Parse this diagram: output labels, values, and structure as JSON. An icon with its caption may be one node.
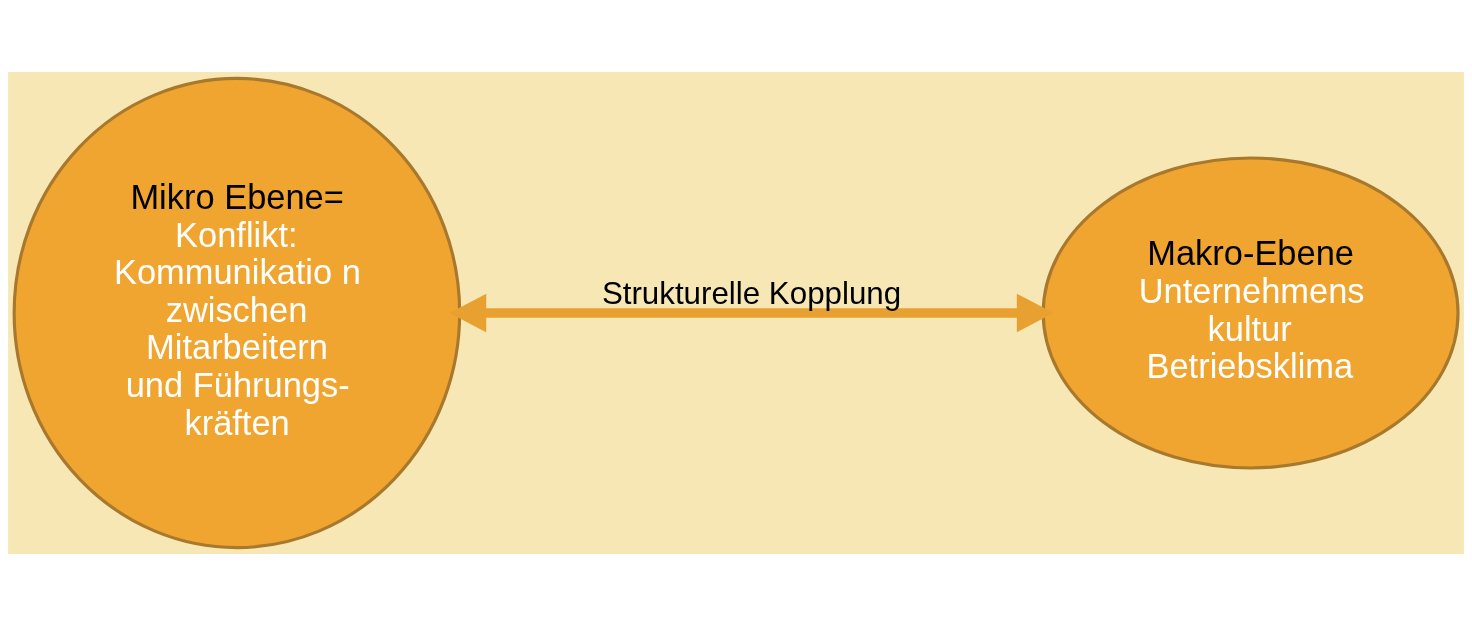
{
  "diagram": {
    "nodes": [
      {
        "text": [
          "Mikro Ebene=",
          "Konflikt: Kommunikatio n zwischen Mitarbeitern und Führungs- kräften"
        ]
      },
      {
        "text": [
          "Makro-Ebene",
          "Unternehmens kultur",
          "Betriebsklima"
        ]
      }
    ],
    "edges": [
      {
        "from": 0,
        "to": 1,
        "arrow": "both",
        "label": "Strukturelle Kopplung"
      }
    ]
  }
}
